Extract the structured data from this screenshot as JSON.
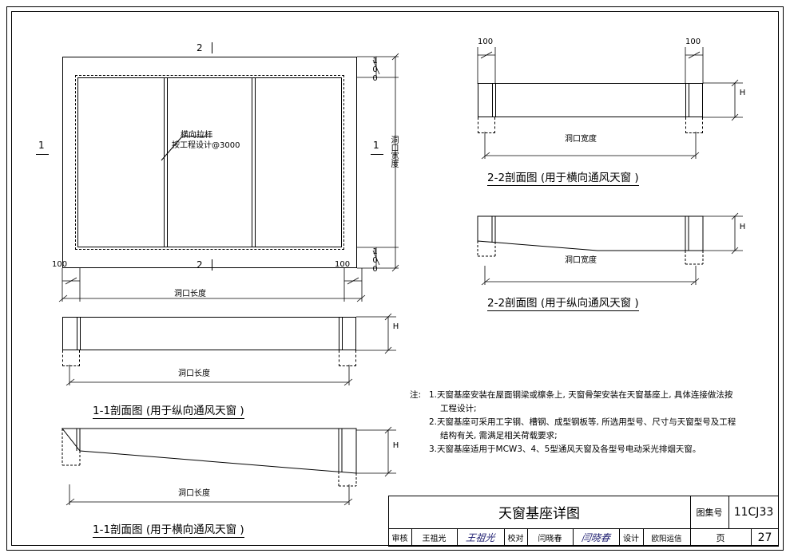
{
  "drawing": {
    "sheet_title": "天窗基座详图",
    "album_label": "图集号",
    "album_number": "11CJ33",
    "page_label": "页",
    "page_number": "27",
    "approval": {
      "label": "审核",
      "name": "王祖光",
      "signature": "王祖光"
    },
    "check": {
      "label": "校对",
      "name": "闫晓春",
      "signature": "闫晓春"
    },
    "design": {
      "label": "设计",
      "name": "欧阳运信",
      "signature": "欧阳运信"
    }
  },
  "plan_view": {
    "section_mark_top": "2",
    "section_mark_bottom": "2",
    "section_mark_left": "1",
    "section_mark_right": "1",
    "tie_rod_label_line1": "横向拉杆",
    "tie_rod_label_line2": "按工程设计@3000",
    "dim_top_right": "100",
    "dim_bottom_right": "100",
    "dim_left_100": "100",
    "dim_right_100": "100",
    "dim_width": "洞口宽度",
    "dim_length": "洞口长度"
  },
  "views": [
    {
      "id": "sec-2-2-transverse",
      "caption": "2-2剖面图 (用于横向通风天窗 )",
      "dim_left": "100",
      "dim_right": "100",
      "dim_bottom": "洞口宽度",
      "dim_height": "H"
    },
    {
      "id": "sec-2-2-longitudinal",
      "caption": "2-2剖面图 (用于纵向通风天窗 )",
      "dim_bottom": "洞口宽度",
      "dim_height": "H"
    },
    {
      "id": "sec-1-1-longitudinal",
      "caption": "1-1剖面图 (用于纵向通风天窗 )",
      "dim_bottom": "洞口长度",
      "dim_height": "H"
    },
    {
      "id": "sec-1-1-transverse",
      "caption": "1-1剖面图 (用于横向通风天窗 )",
      "dim_bottom": "洞口长度",
      "dim_height": "H"
    }
  ],
  "notes": {
    "prefix": "注:",
    "items": [
      [
        "1.天窗基座安装在屋面钢梁或檩条上, 天窗骨架安装在天窗基座上, 具体连接做法按",
        "工程设计;"
      ],
      [
        "2.天窗基座可采用工字钢、槽钢、成型钢板等, 所选用型号、尺寸与天窗型号及工程",
        "结构有关, 需满足相关荷载要求;"
      ],
      [
        "3.天窗基座适用于MCW3、4、5型通风天窗及各型号电动采光排烟天窗。"
      ]
    ]
  }
}
